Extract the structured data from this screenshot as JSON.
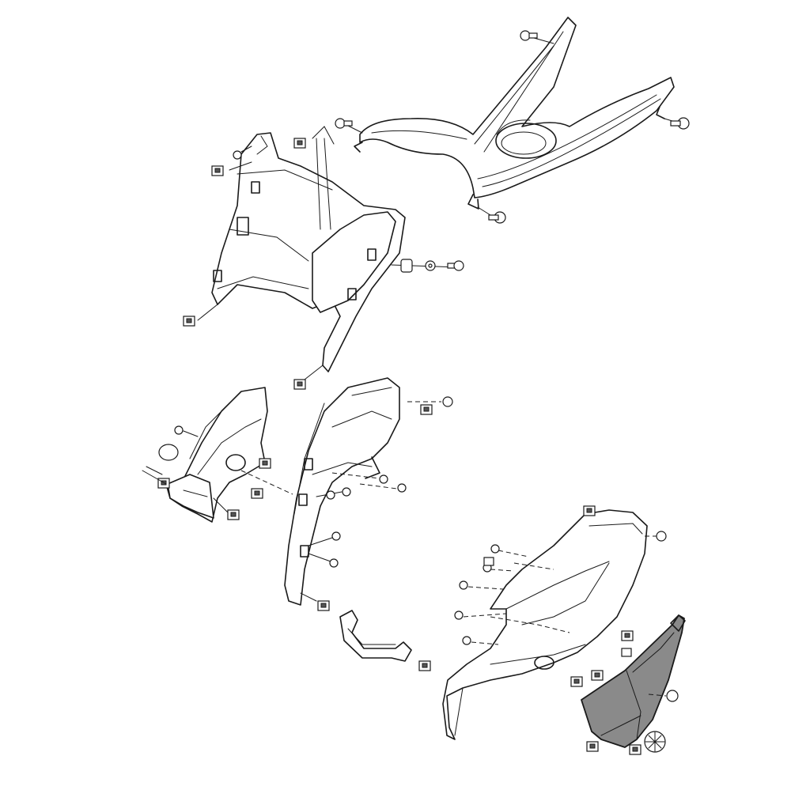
{
  "diagram": {
    "kind": "exploded-parts-view",
    "labels": [],
    "colors": {
      "line": "#1a1a1a",
      "highlight": "#8a8a8a",
      "background": "#ffffff"
    },
    "parts": [
      "floor-panel",
      "inner-front-panel",
      "lower-left-cover",
      "center-side-panel",
      "rear-right-side-cover",
      "highlighted-side-cover",
      "grab-handle-bracket"
    ],
    "hardware": [
      "screw-icon",
      "clip-nut-icon",
      "washer-icon",
      "grommet-icon",
      "rivet-icon"
    ]
  }
}
